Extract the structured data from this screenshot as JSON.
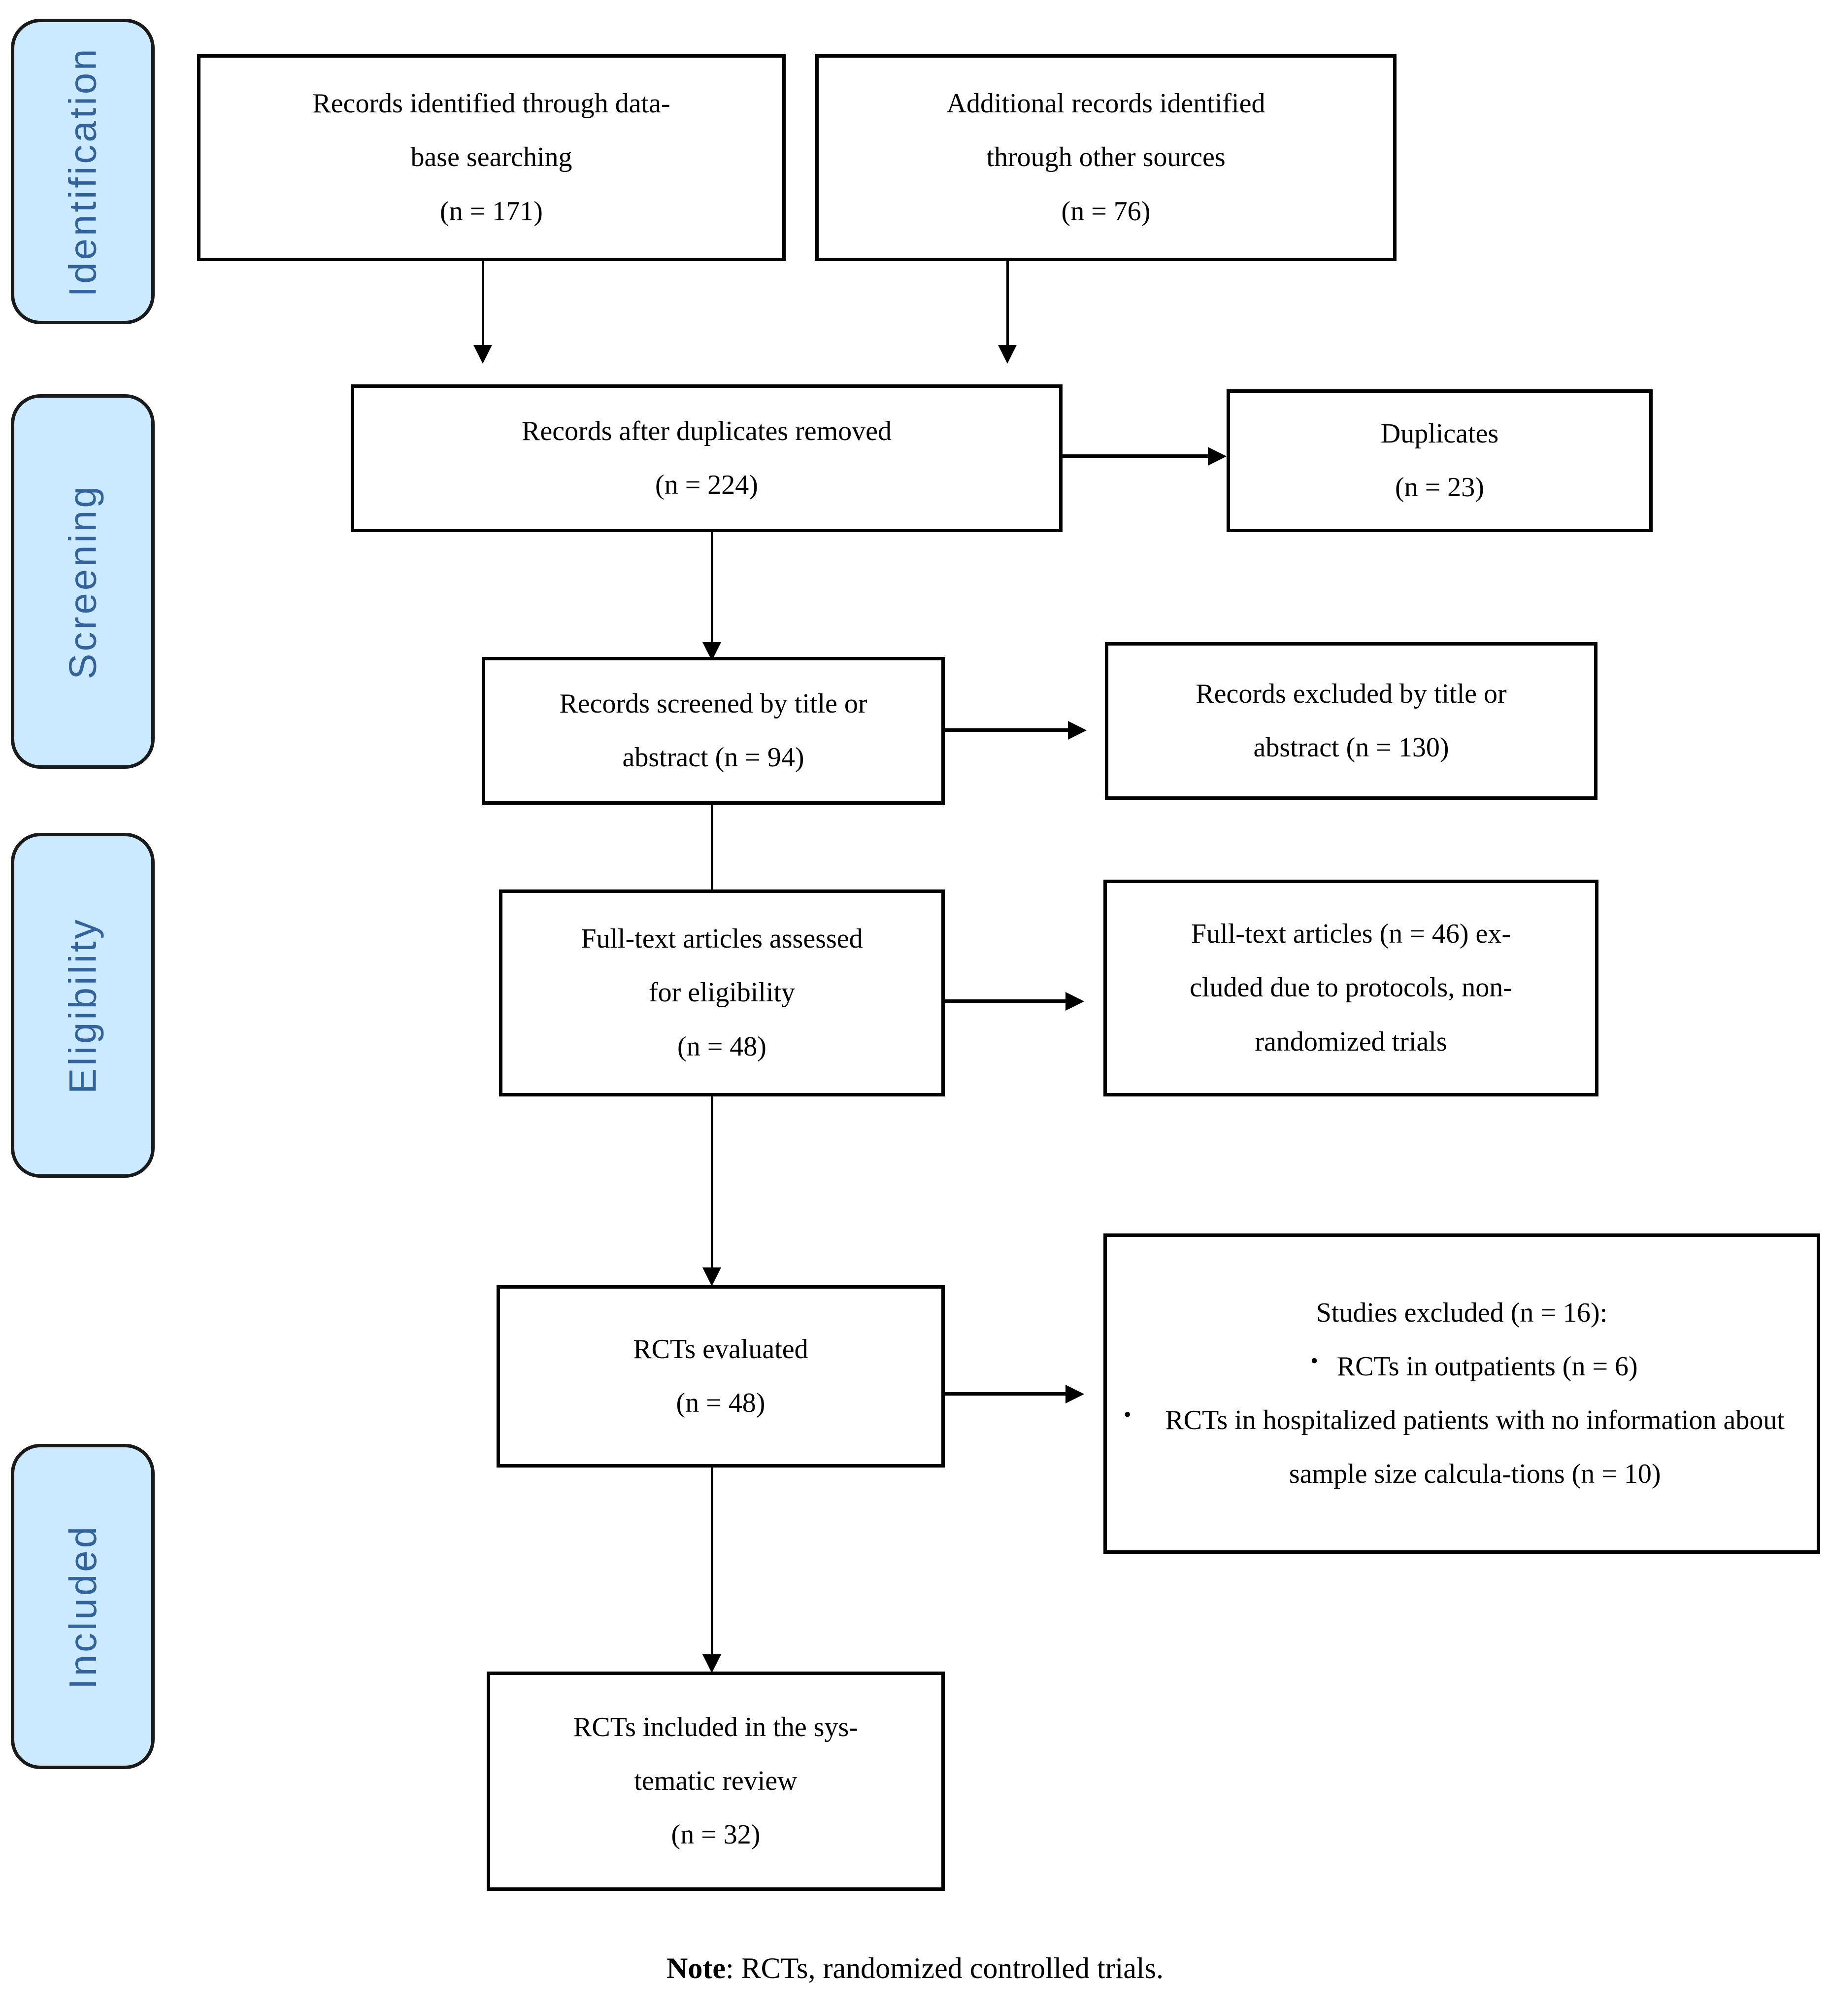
{
  "diagram": {
    "title": "PRISMA flow diagram",
    "colors": {
      "stage_fill": "#cbeaff",
      "stage_border": "#1a1a1a",
      "stage_text": "#33639c",
      "box_border": "#000000",
      "box_fill": "#ffffff",
      "text": "#000000"
    }
  },
  "stages": [
    {
      "label": "Identification"
    },
    {
      "label": "Screening"
    },
    {
      "label": "Eligibility"
    },
    {
      "label": "Included"
    }
  ],
  "boxes": {
    "database_search": {
      "lines": [
        "Records identified through data-",
        "base searching",
        "(n = 171)"
      ]
    },
    "other_sources": {
      "lines": [
        "Additional records identified",
        "through other sources",
        "(n = 76)"
      ]
    },
    "after_duplicates": {
      "lines": [
        "Records after duplicates removed",
        "(n = 224)"
      ]
    },
    "duplicates": {
      "lines": [
        "Duplicates",
        "(n = 23)"
      ]
    },
    "screened": {
      "lines": [
        "Records screened by title or",
        "abstract (n = 94)"
      ]
    },
    "excluded_title_abstract": {
      "lines": [
        "Records excluded by title or",
        "abstract (n = 130)"
      ]
    },
    "fulltext_assessed": {
      "lines": [
        "Full-text articles assessed",
        "for eligibility",
        "(n = 48)"
      ]
    },
    "fulltext_excluded": {
      "lines": [
        "Full-text articles (n = 46) ex-",
        "cluded due to protocols, non-",
        "randomized trials"
      ]
    },
    "rcts_evaluated": {
      "lines": [
        "RCTs evaluated",
        "(n = 48)"
      ]
    },
    "studies_excluded": {
      "heading": "Studies excluded (n = 16):",
      "bullet_glyph": "•",
      "bullets": [
        "RCTs in outpatients (n = 6)",
        "RCTs in hospitalized patients with no information about sample size calcula-tions (n = 10)"
      ]
    },
    "rcts_included": {
      "lines": [
        "RCTs included in the sys-",
        "tematic review",
        "(n = 32)"
      ]
    }
  },
  "note": {
    "label": "Note",
    "text": ": RCTs, randomized controlled trials."
  },
  "chart_data": {
    "type": "diagram",
    "flow": "PRISMA study selection",
    "counts": {
      "database_searching": 171,
      "other_sources": 76,
      "after_duplicates_removed": 224,
      "duplicates": 23,
      "screened_by_title_or_abstract": 94,
      "excluded_by_title_or_abstract": 130,
      "fulltext_assessed_for_eligibility": 48,
      "fulltext_excluded": 46,
      "rcts_evaluated": 48,
      "studies_excluded_total": 16,
      "studies_excluded_outpatients": 6,
      "studies_excluded_no_sample_size_info": 10,
      "rcts_included": 32
    }
  }
}
